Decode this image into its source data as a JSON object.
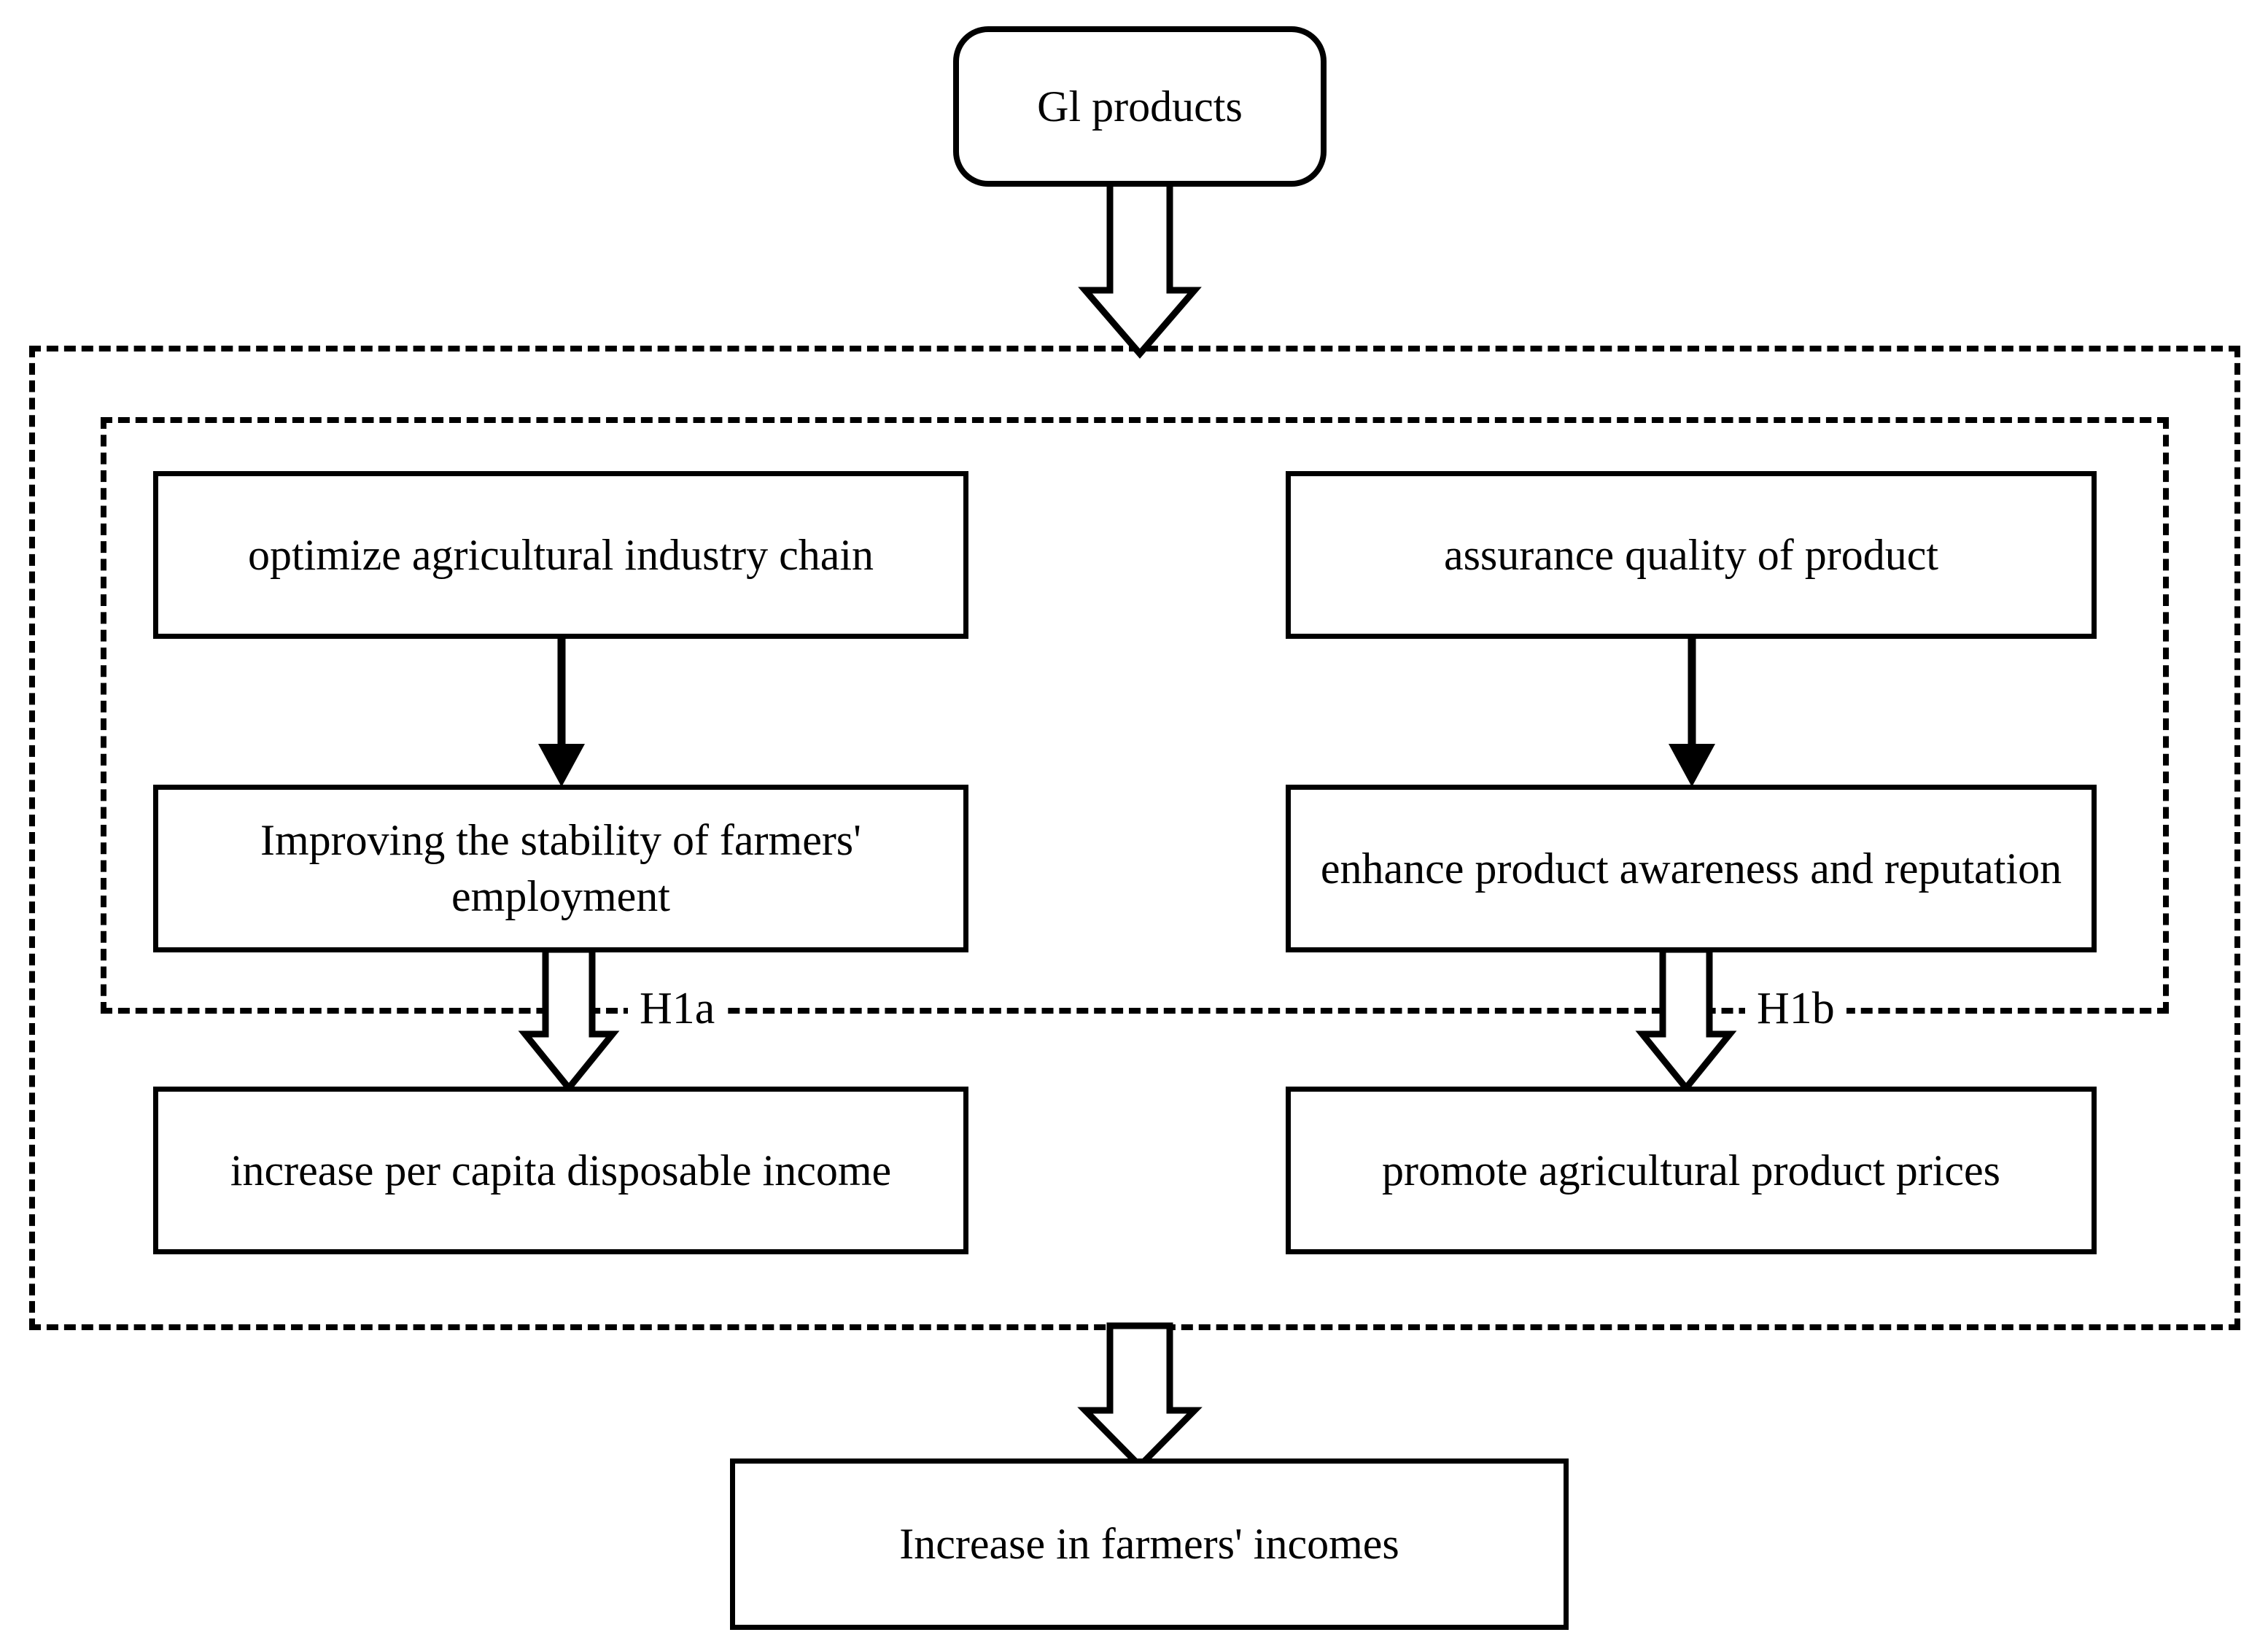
{
  "diagram": {
    "title": "GI products and farmers' income conceptual framework",
    "stroke_color": "#000000",
    "background_color": "#ffffff",
    "nodes": {
      "gi_products": "Gl products",
      "optimize_chain": "optimize agricultural industry chain",
      "assurance_quality": "assurance quality of product",
      "stability_employment": "Improving the stability of farmers' employment",
      "awareness_reputation": "enhance product awareness and reputation",
      "disposable_income": "increase per capita disposable income",
      "product_prices": "promote agricultural product prices",
      "farmer_income": "Increase in farmers' incomes"
    },
    "hypotheses": {
      "h1a": "H1a",
      "h1b": "H1b"
    }
  }
}
